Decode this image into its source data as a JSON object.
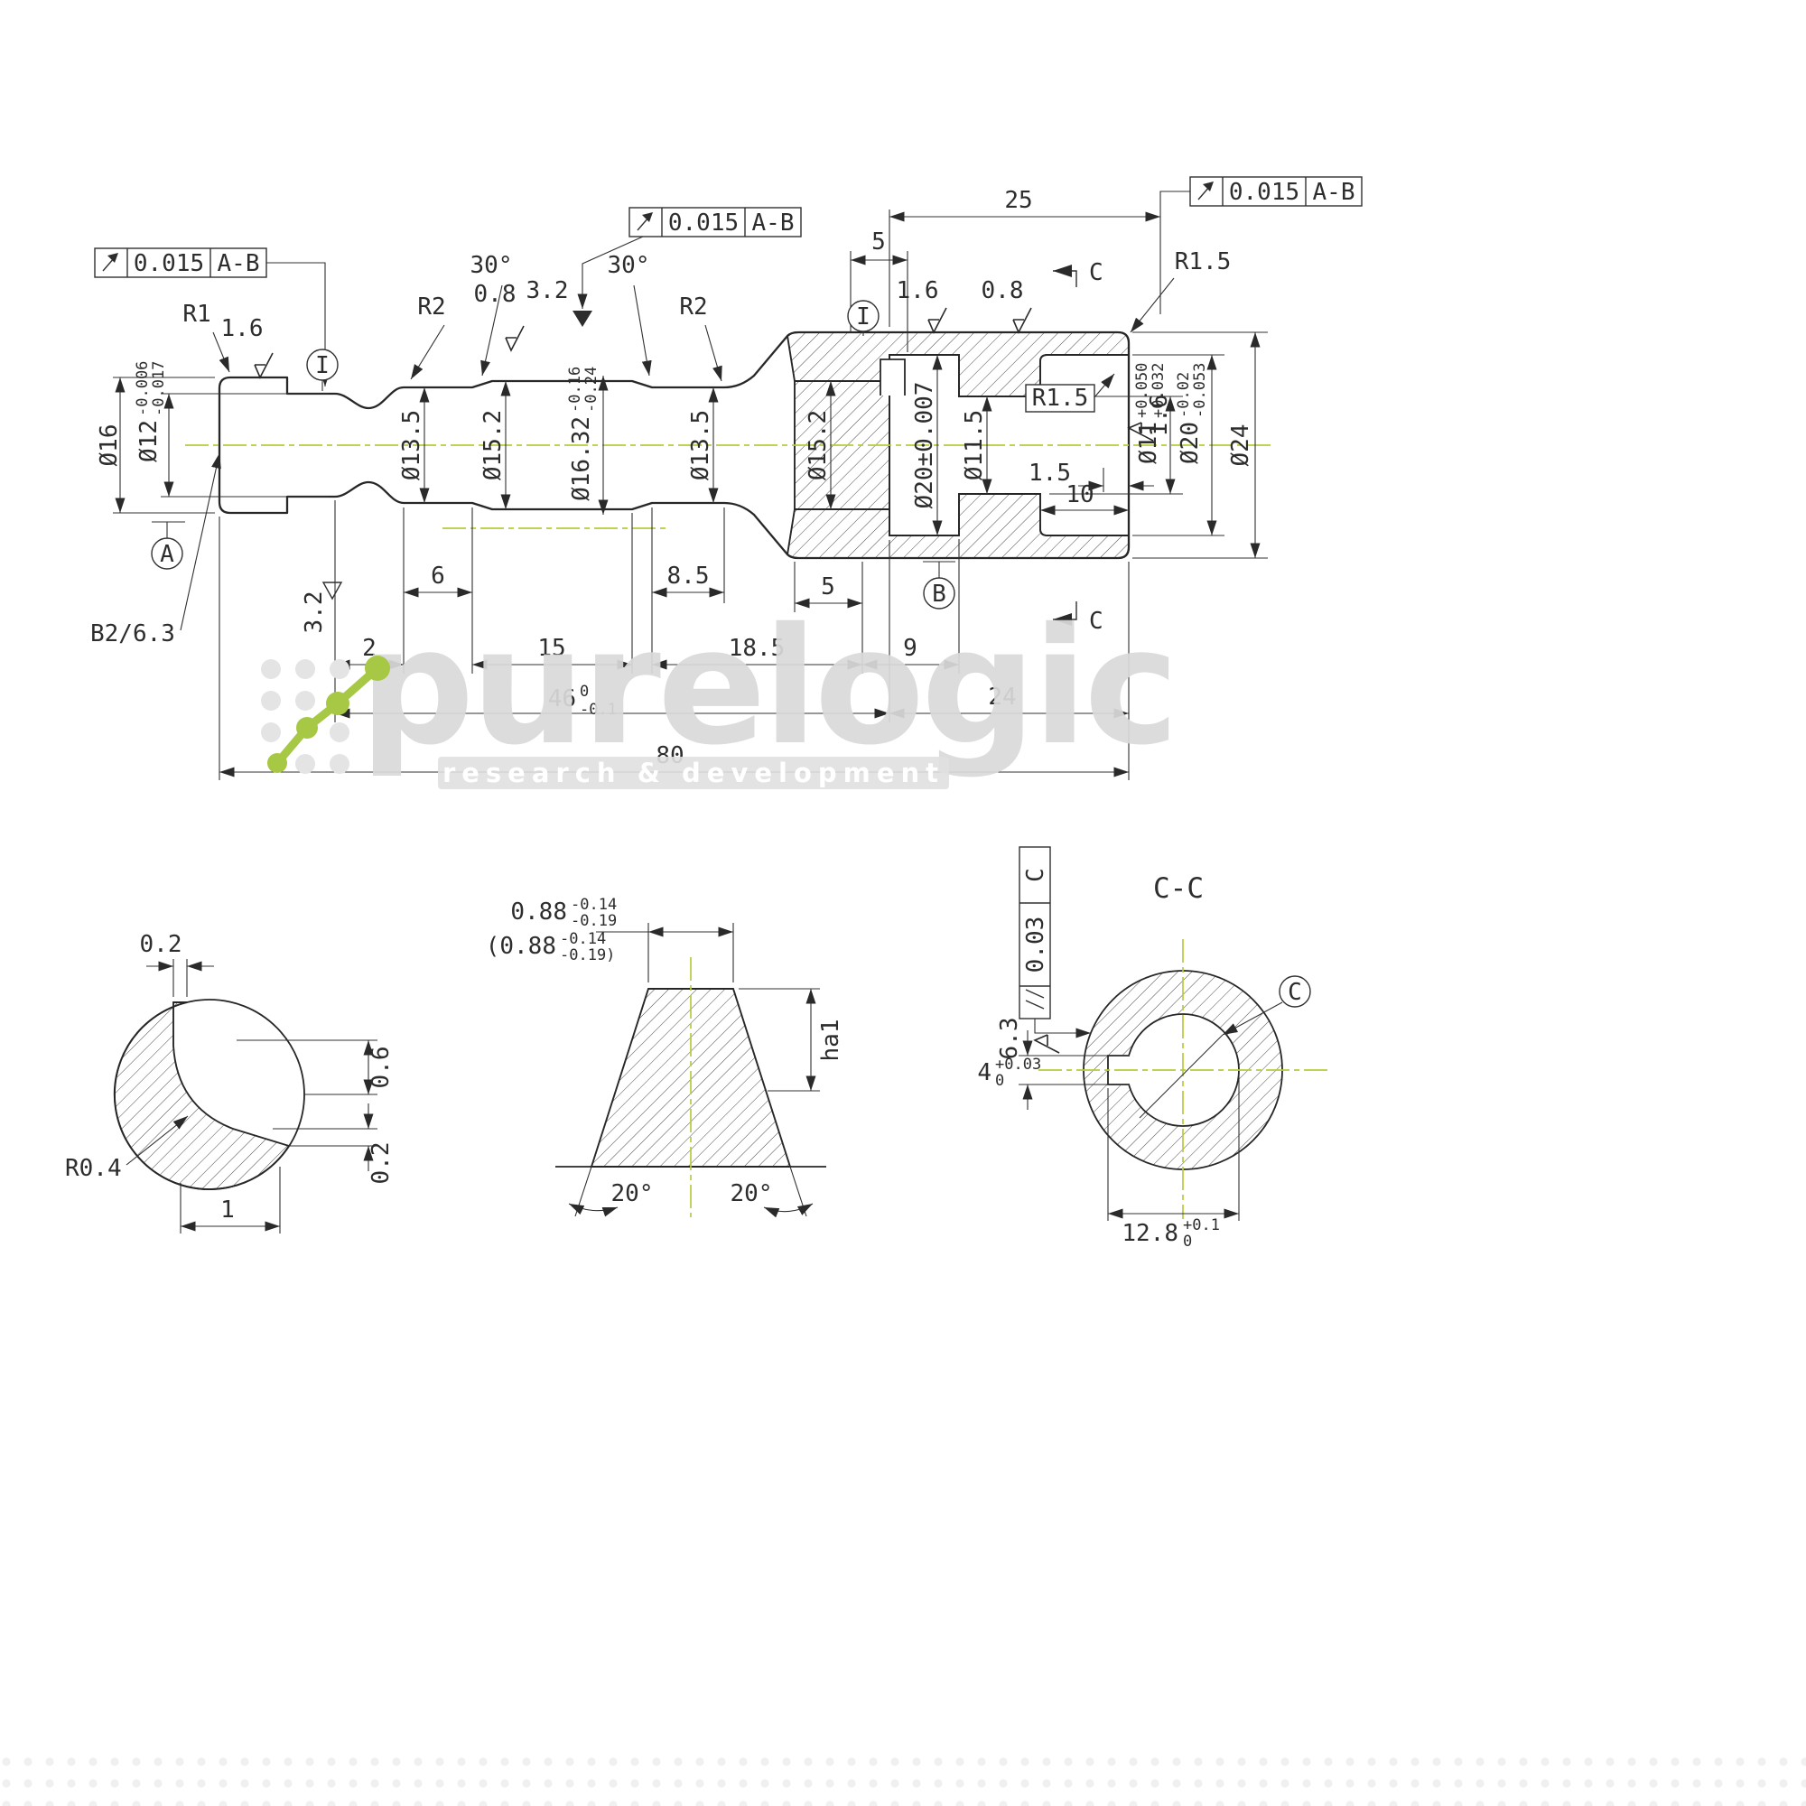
{
  "watermark": {
    "brand": "purelogic",
    "tagline": "research & development"
  },
  "gdt_frames": {
    "left": {
      "tolerance": "0.015",
      "datum": "A-B"
    },
    "middle": {
      "tolerance": "0.015",
      "datum": "A-B"
    },
    "right": {
      "tolerance": "0.015",
      "datum": "A-B"
    },
    "section": {
      "tolerance": "0.03",
      "datum": "C"
    }
  },
  "linear_dims": {
    "len25": "25",
    "len5_top": "5",
    "len2": "2",
    "len15": "15",
    "len18_5": "18.5",
    "len9": "9",
    "len6": "6",
    "len8_5": "8.5",
    "len5_bottom": "5",
    "len46": "46",
    "len46_up": "0",
    "len46_low": "-0.1",
    "len24": "24",
    "len80": "80",
    "len10": "10",
    "len1_5": "1.5"
  },
  "diameters": {
    "d16": "Ø16",
    "d12": "Ø12",
    "d12_up": "-0.006",
    "d12_low": "-0.017",
    "d13_5_left": "Ø13.5",
    "d15_2_left": "Ø15.2",
    "d16_32": "Ø16.32",
    "d16_32_up": "-0.16",
    "d16_32_low": "-0.24",
    "d13_5_right": "Ø13.5",
    "d15_2_right": "Ø15.2",
    "d20_plusminus": "Ø20±0.007",
    "d11_5": "Ø11.5",
    "d11": "Ø11",
    "d11_up": "+0.050",
    "d11_low": "+0.032",
    "d20": "Ø20",
    "d20_up": "-0.02",
    "d20_low": "-0.053",
    "d24": "Ø24"
  },
  "angles": {
    "chamfer_left": "30°",
    "chamfer_right": "30°",
    "taper_left": "20°",
    "taper_right": "20°"
  },
  "radii": {
    "r1": "R1",
    "r2_left": "R2",
    "r2_right": "R2",
    "r1_5_outer": "R1.5",
    "r1_5_bore": "R1.5",
    "r0_4": "R0.4"
  },
  "surface_finish": {
    "head": "1.6",
    "mid_08": "0.8",
    "mid_32": "3.2",
    "body_16": "1.6",
    "body_08": "0.8",
    "right_16": "1.6",
    "left_32": "3.2",
    "cc_63": "6.3"
  },
  "notes": {
    "center_hole": "B2/6.3"
  },
  "datums": {
    "a": "A",
    "b": "B",
    "i_left": "I",
    "i_right": "I",
    "c_top": "C",
    "c_bottom": "C",
    "c_balloon": "C"
  },
  "section_view": {
    "title": "C-C",
    "key_width": "4",
    "key_width_up": "+0.03",
    "key_width_low": "0",
    "key_depth": "12.8",
    "key_depth_up": "+0.1",
    "key_depth_low": "0"
  },
  "detail_groove": {
    "w_top": "0.2",
    "h_mid": "0.6",
    "h_low": "0.2",
    "w_bottom": "1"
  },
  "detail_taper": {
    "dim": "0.88",
    "dim_up": "-0.14",
    "dim_low": "-0.19",
    "dim_ref": "(0.88",
    "dim_ref_up": "-0.14",
    "dim_ref_low": "-0.19)",
    "height": "ha1"
  }
}
